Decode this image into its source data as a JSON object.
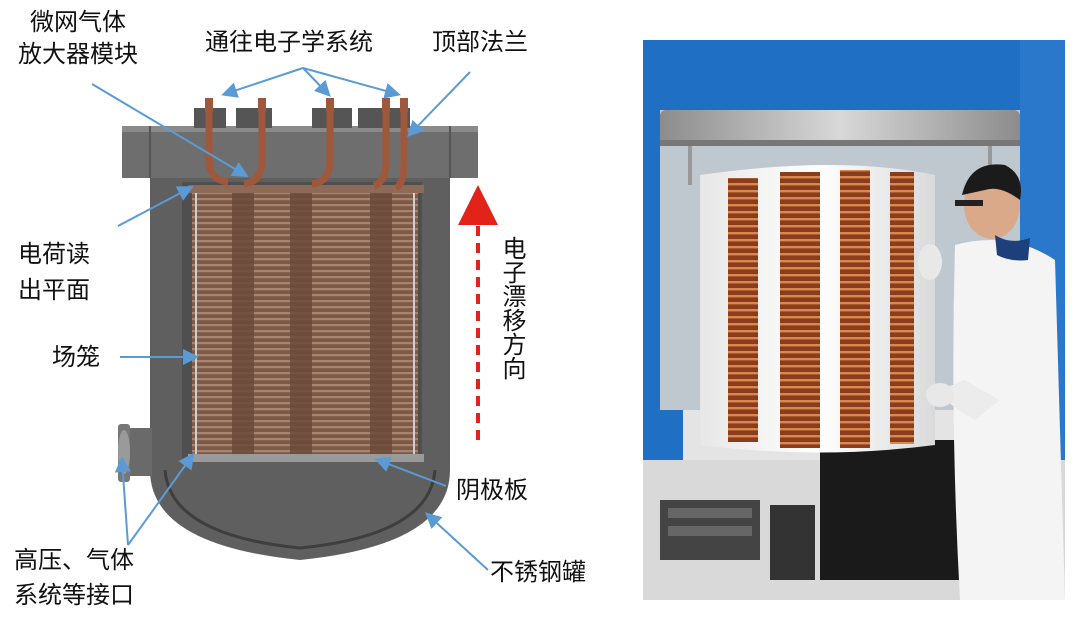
{
  "labels": {
    "micromesh_line1": "微网气体",
    "micromesh_line2": "放大器模块",
    "to_electronics": "通往电子学系统",
    "top_flange": "顶部法兰",
    "readout_line1": "电荷读",
    "readout_line2": "出平面",
    "field_cage": "场笼",
    "drift_direction": "电子漂移方向",
    "cathode": "阴极板",
    "ports_line1": "高压、气体",
    "ports_line2": "系统等接口",
    "vessel": "不锈钢罐"
  },
  "colors": {
    "leader_line": "#5b9bd5",
    "drift_arrow": "#e2231a",
    "vessel_body": "#5f5f5f",
    "field_cage": "#8a6a58",
    "cable": "#a0583c",
    "photo_frame": "#1f6fc4"
  }
}
